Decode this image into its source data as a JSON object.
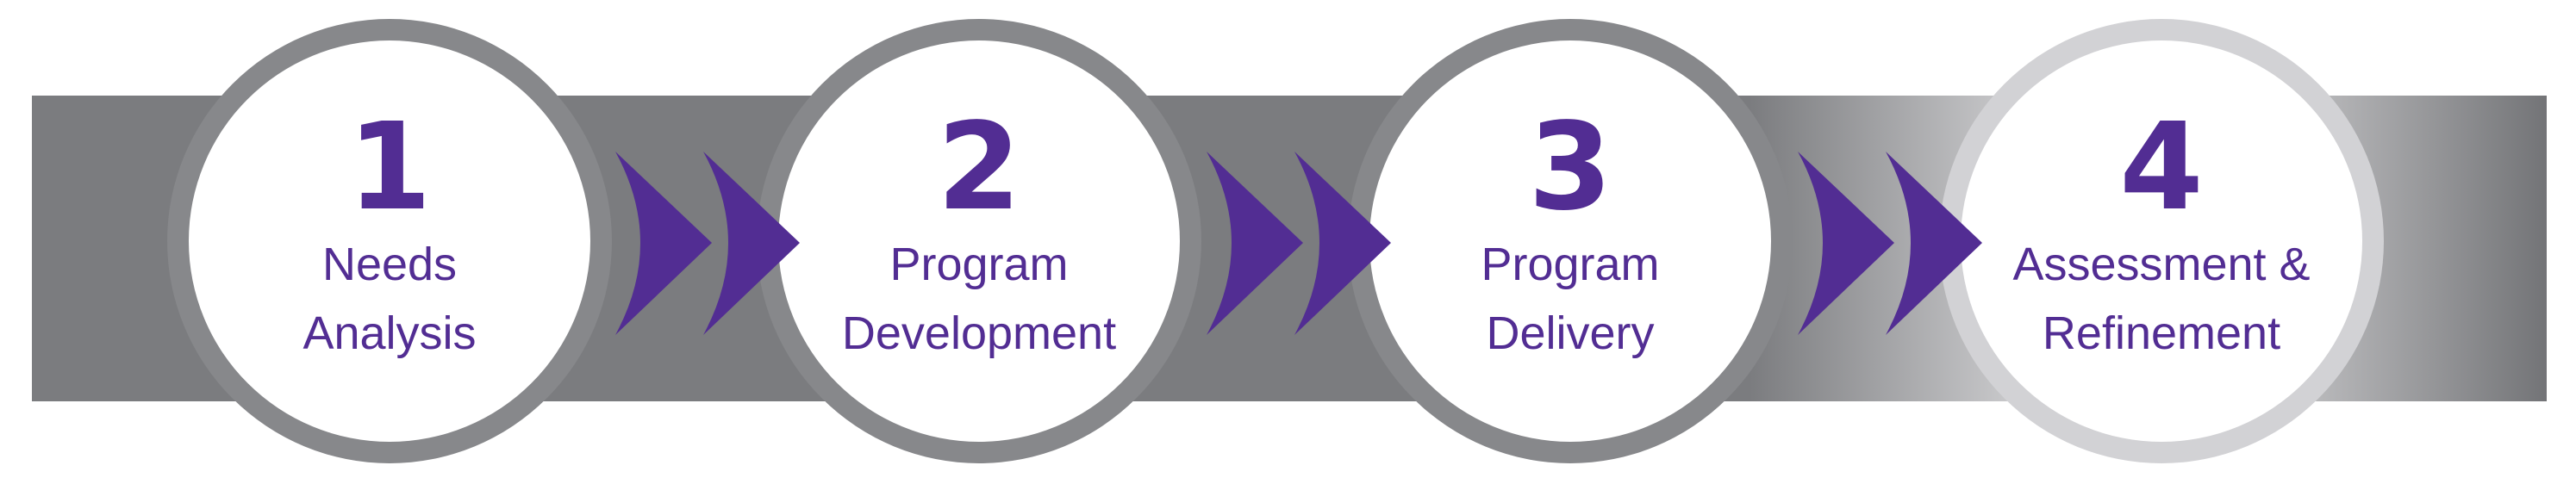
{
  "colors": {
    "purple": "#522d93",
    "band": "#7b7c7f",
    "ring": "#87888b",
    "ring_last": "#d2d2d5",
    "band_light": "#cfcfd1"
  },
  "steps": [
    {
      "number": "1",
      "line1": "Needs",
      "line2": "Analysis"
    },
    {
      "number": "2",
      "line1": "Program",
      "line2": "Development"
    },
    {
      "number": "3",
      "line1": "Program",
      "line2": "Delivery"
    },
    {
      "number": "4",
      "line1": "Assessment &",
      "line2": "Refinement"
    }
  ],
  "arrow_icon": "double-chevron-right"
}
